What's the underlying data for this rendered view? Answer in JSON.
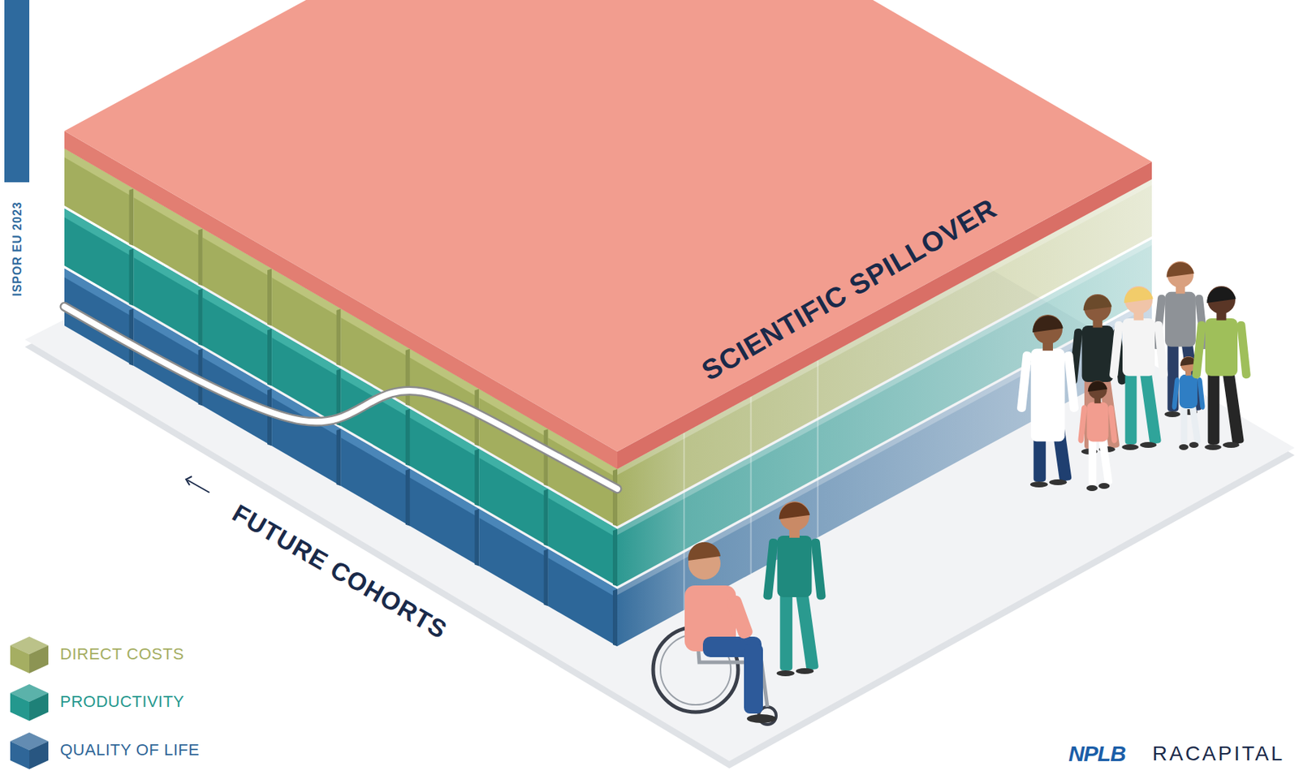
{
  "diagram": {
    "nodes": [
      {
        "text": [
          "SCIENTIFIC SPILLOVER"
        ]
      }
    ],
    "labels": [
      "FUTURE COHORTS",
      "ISPOR EU 2023",
      "NPLB",
      "RACAPITAL"
    ],
    "legend": [
      {
        "text": "DIRECT COSTS",
        "color": "#a5ae62"
      },
      {
        "text": "PRODUCTIVITY",
        "color": "#24988e"
      },
      {
        "text": "QUALITY OF LIFE",
        "color": "#2f6698"
      }
    ]
  }
}
